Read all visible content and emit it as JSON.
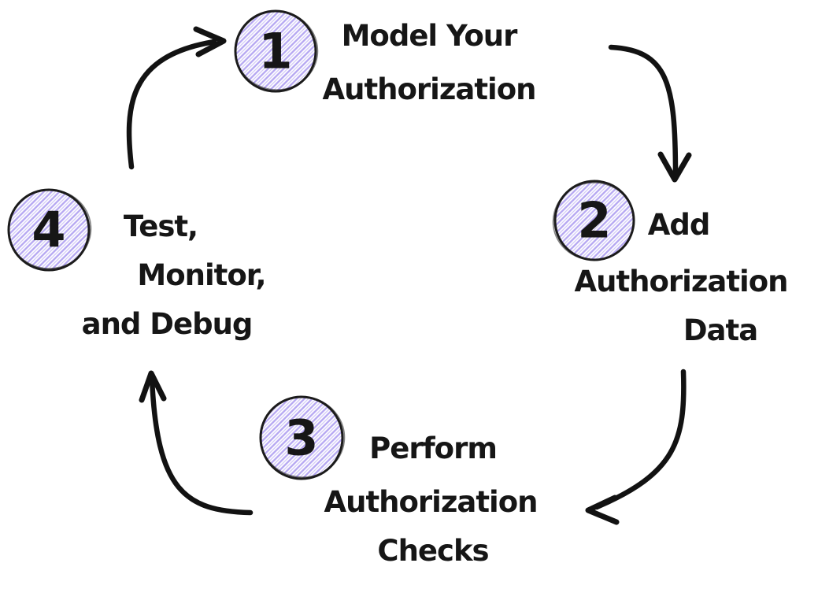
{
  "diagram": {
    "type": "cycle",
    "description_colors": {
      "circle_hatch_fill": "#b5a7f2",
      "ink": "#161616"
    },
    "steps": [
      {
        "number": "1",
        "text": "Model Your Authorization",
        "lines": [
          "Model Your",
          "Authorization"
        ]
      },
      {
        "number": "2",
        "text": "Add Authorization Data",
        "lines": [
          "Add",
          "Authorization",
          "Data"
        ]
      },
      {
        "number": "3",
        "text": "Perform Authorization Checks",
        "lines": [
          "Perform",
          "Authorization",
          "Checks"
        ]
      },
      {
        "number": "4",
        "text": "Test, Monitor, and Debug",
        "lines": [
          "Test,",
          "Monitor,",
          "and Debug"
        ]
      }
    ],
    "arrows": [
      {
        "from": "4",
        "to": "1"
      },
      {
        "from": "1",
        "to": "2"
      },
      {
        "from": "2",
        "to": "3"
      },
      {
        "from": "3",
        "to": "4"
      }
    ]
  }
}
